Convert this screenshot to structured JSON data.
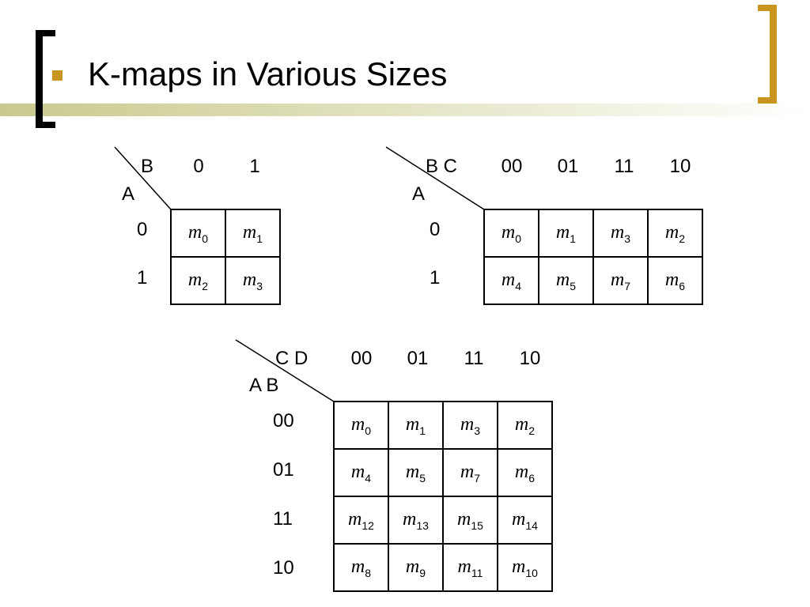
{
  "slide": {
    "title": "K-maps in Various Sizes"
  },
  "kmap2": {
    "col_var": "B",
    "row_var": "A",
    "col_headers": [
      "0",
      "1"
    ],
    "row_headers": [
      "0",
      "1"
    ],
    "cells": [
      [
        "m",
        "0"
      ],
      [
        "m",
        "1"
      ],
      [
        "m",
        "2"
      ],
      [
        "m",
        "3"
      ]
    ]
  },
  "kmap3": {
    "col_var": "B C",
    "row_var": "A",
    "col_headers": [
      "00",
      "01",
      "11",
      "10"
    ],
    "row_headers": [
      "0",
      "1"
    ],
    "cells": [
      [
        "m",
        "0"
      ],
      [
        "m",
        "1"
      ],
      [
        "m",
        "3"
      ],
      [
        "m",
        "2"
      ],
      [
        "m",
        "4"
      ],
      [
        "m",
        "5"
      ],
      [
        "m",
        "7"
      ],
      [
        "m",
        "6"
      ]
    ]
  },
  "kmap4": {
    "col_var": "C D",
    "row_var": "A B",
    "col_headers": [
      "00",
      "01",
      "11",
      "10"
    ],
    "row_headers": [
      "00",
      "01",
      "11",
      "10"
    ],
    "cells": [
      [
        "m",
        "0"
      ],
      [
        "m",
        "1"
      ],
      [
        "m",
        "3"
      ],
      [
        "m",
        "2"
      ],
      [
        "m",
        "4"
      ],
      [
        "m",
        "5"
      ],
      [
        "m",
        "7"
      ],
      [
        "m",
        "6"
      ],
      [
        "m",
        "12"
      ],
      [
        "m",
        "13"
      ],
      [
        "m",
        "15"
      ],
      [
        "m",
        "14"
      ],
      [
        "m",
        "8"
      ],
      [
        "m",
        "9"
      ],
      [
        "m",
        "11"
      ],
      [
        "m",
        "10"
      ]
    ]
  }
}
